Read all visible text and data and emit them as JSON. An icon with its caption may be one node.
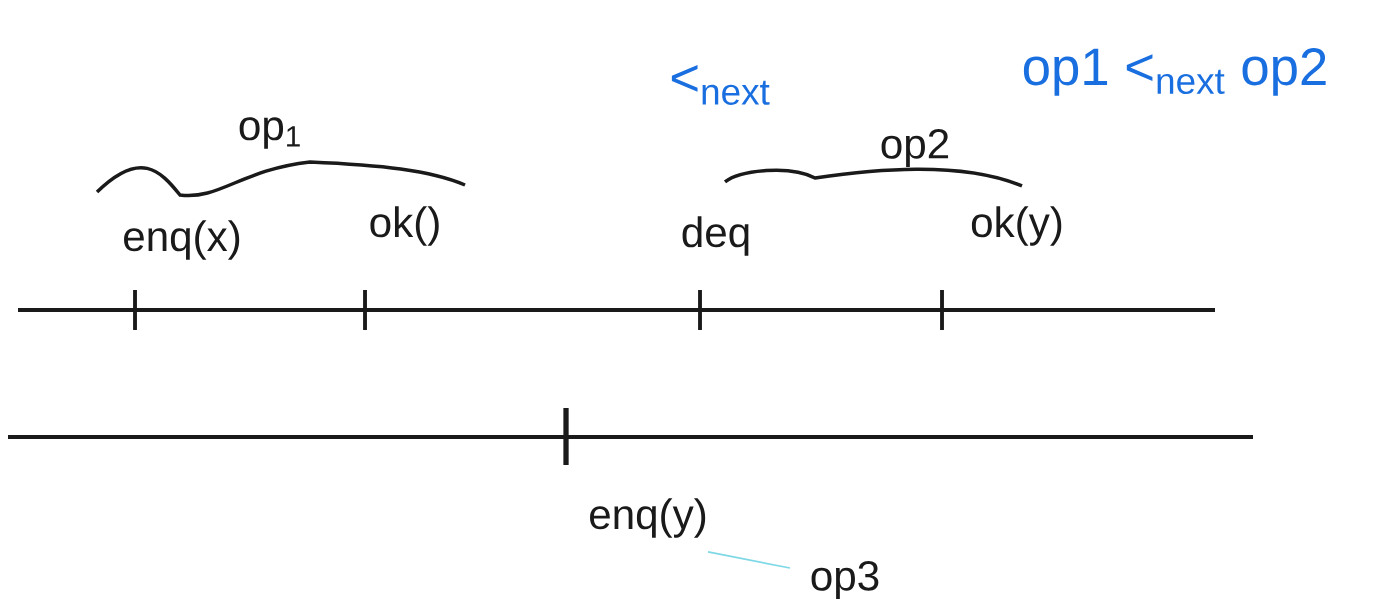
{
  "diagram": {
    "labels": [
      "<$_{next}$",
      "op1 <$_{next}$ op2",
      "op$_{1}$",
      "op2",
      "enq(x)",
      "ok()",
      "deq",
      "ok(y)",
      "enq(y)",
      "op3"
    ]
  }
}
